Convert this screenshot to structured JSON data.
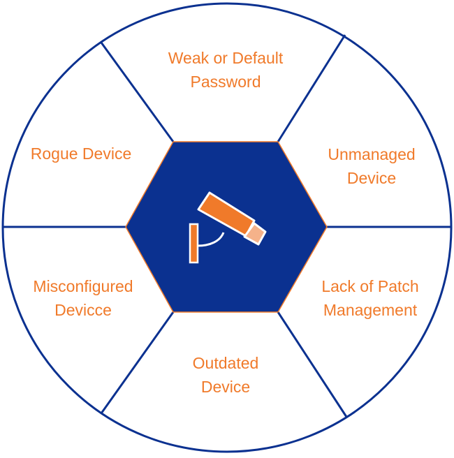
{
  "colors": {
    "ring": "#0b3190",
    "hexagon": "#0b3190",
    "hexagon_border": "#f07a2a",
    "label_text": "#f07a2a",
    "icon_primary": "#f07a2a",
    "icon_secondary": "#f5b28a",
    "icon_outline": "#ffffff",
    "background": "#ffffff"
  },
  "center": {
    "icon": "security-camera-icon"
  },
  "segments": [
    {
      "line1": "Weak or Default",
      "line2": "Password"
    },
    {
      "line1": "Unmanaged",
      "line2": "Device"
    },
    {
      "line1": "Lack of Patch",
      "line2": "Management"
    },
    {
      "line1": "Outdated",
      "line2": "Device"
    },
    {
      "line1": "Misconfigured",
      "line2": "Devicce"
    },
    {
      "line1": "Rogue Device",
      "line2": ""
    }
  ]
}
